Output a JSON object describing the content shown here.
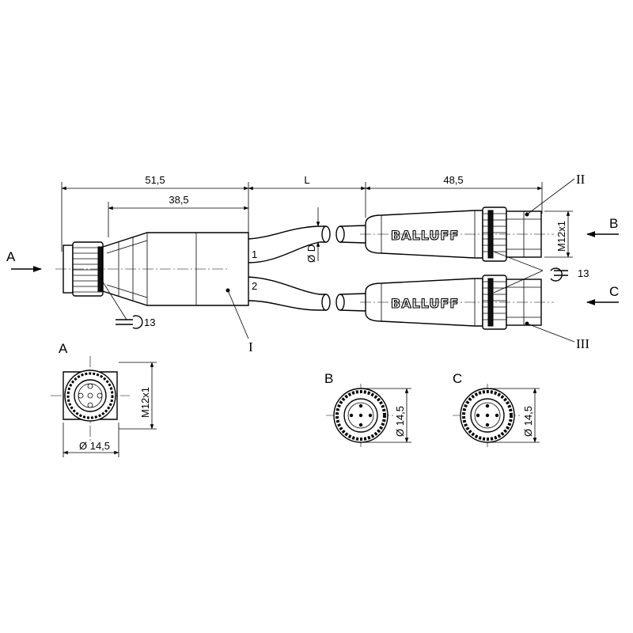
{
  "dimensions": {
    "overall_female": "51,5",
    "body_length": "38,5",
    "cable_length": "L",
    "male_length": "48,5",
    "cable_diameter": "Ø D",
    "thread": "M12x1",
    "diameter_a": "Ø 14,5",
    "diameter_b": "Ø 14,5",
    "diameter_c": "Ø 14,5",
    "wrench_size_left": "13",
    "wrench_size_right": "13"
  },
  "labels": {
    "view_a": "A",
    "view_b": "B",
    "view_c": "C",
    "part_1": "I",
    "part_2": "II",
    "part_3": "III",
    "branch_1": "1",
    "branch_2": "2"
  },
  "brand": {
    "top": "BALLUFF",
    "bottom": "BALLUFF"
  },
  "icons": [
    "wrench-icon",
    "arrow-icon"
  ]
}
